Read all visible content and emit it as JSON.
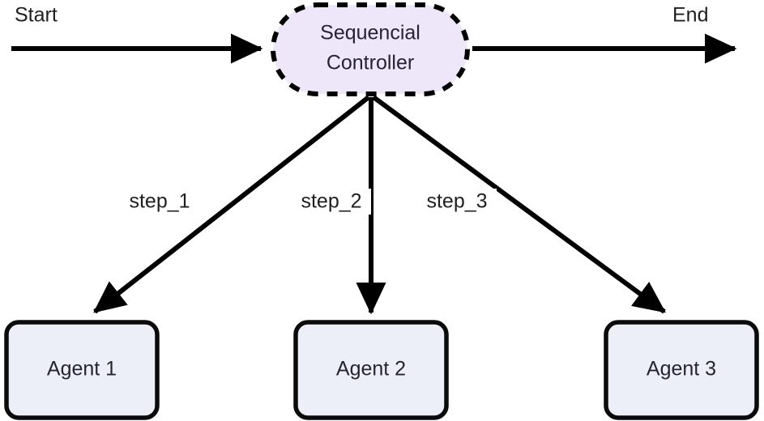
{
  "diagram": {
    "type": "flowchart",
    "direction": "top-down",
    "background_color": "#ffffff",
    "terminals": [
      {
        "id": "start",
        "label": "Start"
      },
      {
        "id": "end",
        "label": "End"
      }
    ],
    "controller": {
      "id": "sequential-controller",
      "label_line1": "Sequencial",
      "label_line2": "Controller",
      "shape": "stadium",
      "border_style": "dashed",
      "fill_color": "#ede7f9",
      "border_color": "#000000",
      "text_color": "#262433"
    },
    "agents": [
      {
        "id": "agent-1",
        "label": "Agent 1",
        "fill_color": "#eceff8",
        "border_color": "#0b0b0b"
      },
      {
        "id": "agent-2",
        "label": "Agent 2",
        "fill_color": "#eceff8",
        "border_color": "#0b0b0b"
      },
      {
        "id": "agent-3",
        "label": "Agent 3",
        "fill_color": "#eceff8",
        "border_color": "#0b0b0b"
      }
    ],
    "edges": [
      {
        "id": "edge-start",
        "from": "start",
        "to": "sequential-controller",
        "label": ""
      },
      {
        "id": "edge-end",
        "from": "sequential-controller",
        "to": "end",
        "label": ""
      },
      {
        "id": "edge-step-1",
        "from": "sequential-controller",
        "to": "agent-1",
        "label": "step_1"
      },
      {
        "id": "edge-step-2",
        "from": "sequential-controller",
        "to": "agent-2",
        "label": "step_2"
      },
      {
        "id": "edge-step-3",
        "from": "sequential-controller",
        "to": "agent-3",
        "label": "step_3"
      }
    ],
    "edge_color": "#000000"
  }
}
